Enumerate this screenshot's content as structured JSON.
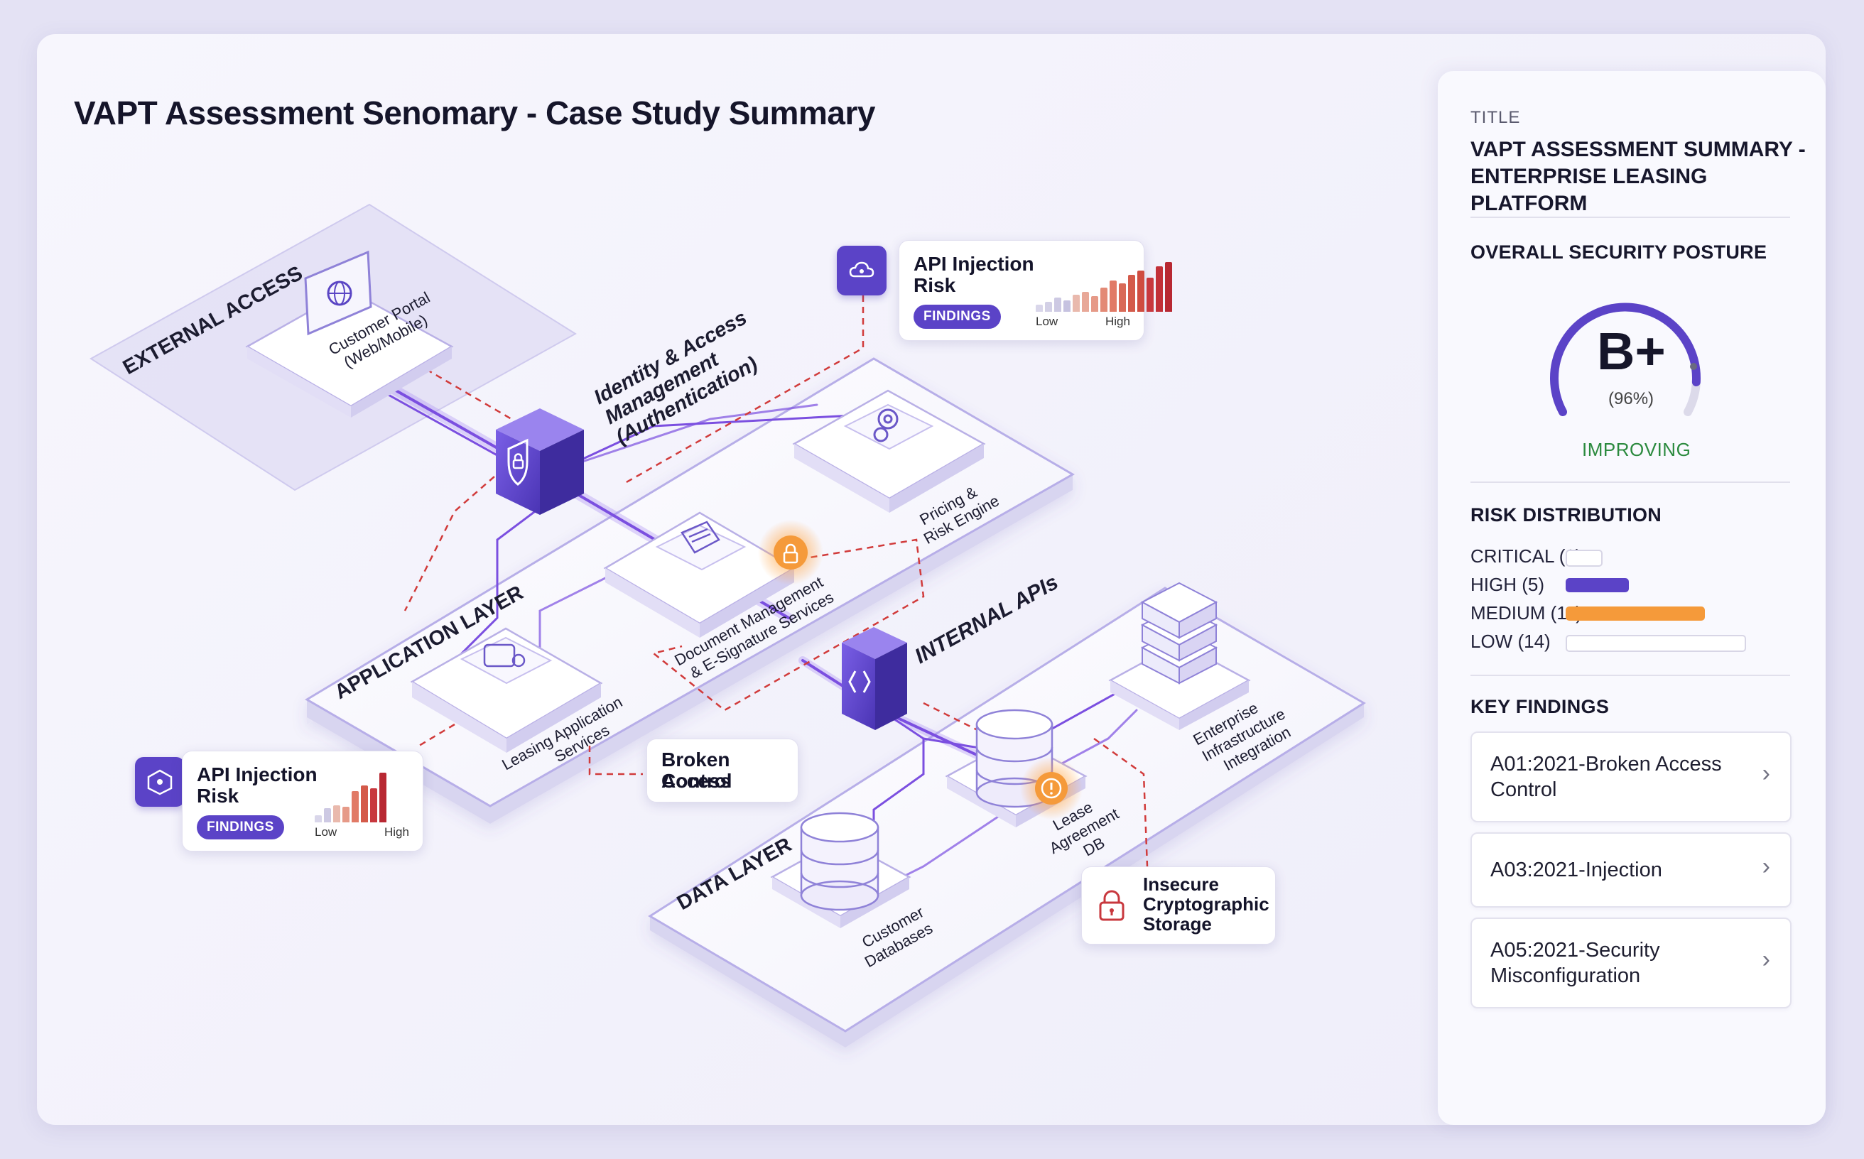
{
  "page_title": "VAPT Assessment Senomary - Case Study Summary",
  "diagram": {
    "zones": {
      "external": "EXTERNAL ACCESS",
      "application": "APPLICATION LAYER",
      "data": "DATA LAYER"
    },
    "nodes": {
      "customer_portal": [
        "Customer Portal",
        "(Web/Mobile)"
      ],
      "iam": [
        "Identity & Access",
        "Management",
        "(Authentication)"
      ],
      "pricing": [
        "Pricing &",
        "Risk Engine"
      ],
      "docs": [
        "Document Management",
        "& E-Signature Services"
      ],
      "leasing": [
        "Leasing Application",
        "Services"
      ],
      "internal_apis": "INTERNAL APIs",
      "enterprise": [
        "Enterprise",
        "Infrastructure",
        "Integration"
      ],
      "lease_db": [
        "Lease",
        "Agreement",
        "DB"
      ],
      "customer_db": [
        "Customer",
        "Databases"
      ]
    },
    "callouts": {
      "api_top": {
        "title": [
          "API Injection",
          "Risk"
        ],
        "badge": "FINDINGS",
        "low": "Low",
        "high": "High"
      },
      "api_left": {
        "title": [
          "API Injection",
          "Risk"
        ],
        "badge": "FINDINGS",
        "low": "Low",
        "high": "High"
      },
      "broken_access": [
        "Broken Access",
        "Control"
      ],
      "insecure_crypto": [
        "Insecure",
        "Cryptographic",
        "Storage"
      ]
    },
    "colors": {
      "accent": "#5b43c7",
      "risk_orange": "#f59a3a",
      "risk_red": "#c8383e",
      "flow": "#7b4fe0"
    }
  },
  "panel": {
    "title_label": "TITLE",
    "title": [
      "VAPT ASSESSMENT SUMMARY -",
      "ENTERPRISE LEASING PLATFORM"
    ],
    "posture_label": "OVERALL SECURITY POSTURE",
    "grade": "B+",
    "grade_pct": "(96%)",
    "gauge_fraction": 0.96,
    "trend": "IMPROVING",
    "risk_label": "RISK DISTRIBUTION",
    "risk": [
      {
        "label": "CRITICAL (2)",
        "count": 2,
        "color": "#ffffff"
      },
      {
        "label": "HIGH (5)",
        "count": 5,
        "color": "#5b43c7"
      },
      {
        "label": "MEDIUM (11)",
        "count": 11,
        "color": "#f59a3a"
      },
      {
        "label": "LOW (14)",
        "count": 14,
        "color": "#ffffff"
      }
    ],
    "findings_label": "KEY FINDINGS",
    "findings": [
      [
        "A01:2021-Broken Access",
        "Control"
      ],
      [
        "A03:2021-Injection"
      ],
      [
        "A05:2021-Security",
        "Misconfiguration"
      ]
    ]
  }
}
